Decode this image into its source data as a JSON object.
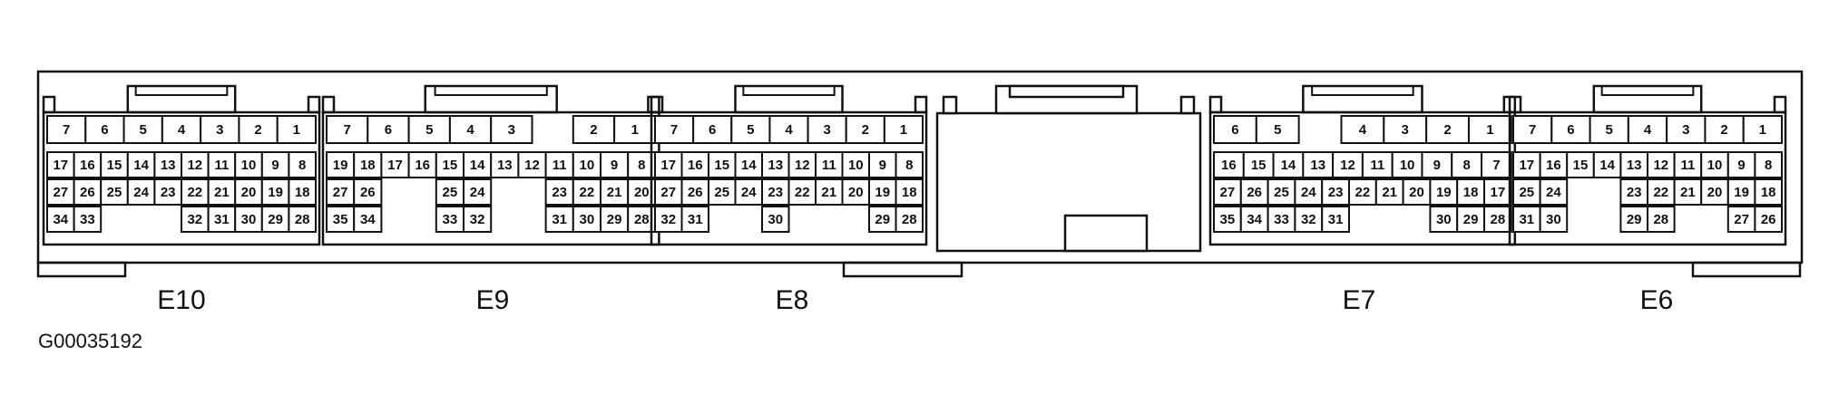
{
  "figure_code": "G00035192",
  "connectors": [
    {
      "label": "E10",
      "rows": [
        [
          "7",
          "6",
          "5",
          "4",
          "3",
          "2",
          "1"
        ],
        [
          "17",
          "16",
          "15",
          "14",
          "13",
          "12",
          "11",
          "10",
          "9",
          "8"
        ],
        [
          "27",
          "26",
          "25",
          "24",
          "23",
          "22",
          "21",
          "20",
          "19",
          "18"
        ],
        [
          "34",
          "33",
          "",
          "",
          "",
          "32",
          "31",
          "30",
          "29",
          "28"
        ]
      ]
    },
    {
      "label": "E9",
      "rows": [
        [
          "7",
          "6",
          "5",
          "4",
          "3",
          "",
          "2",
          "1"
        ],
        [
          "19",
          "18",
          "17",
          "16",
          "15",
          "14",
          "13",
          "12",
          "11",
          "10",
          "9",
          "8"
        ],
        [
          "27",
          "26",
          "",
          "",
          "25",
          "24",
          "",
          "",
          "23",
          "22",
          "21",
          "20"
        ],
        [
          "35",
          "34",
          "",
          "",
          "33",
          "32",
          "",
          "",
          "31",
          "30",
          "29",
          "28"
        ]
      ]
    },
    {
      "label": "E8",
      "rows": [
        [
          "7",
          "6",
          "5",
          "4",
          "3",
          "2",
          "1"
        ],
        [
          "17",
          "16",
          "15",
          "14",
          "13",
          "12",
          "11",
          "10",
          "9",
          "8"
        ],
        [
          "27",
          "26",
          "25",
          "24",
          "23",
          "22",
          "21",
          "20",
          "19",
          "18"
        ],
        [
          "32",
          "31",
          "",
          "",
          "30",
          "",
          "",
          "",
          "29",
          "28"
        ]
      ]
    },
    {
      "label": "E7",
      "rows": [
        [
          "6",
          "5",
          "",
          "4",
          "3",
          "2",
          "1"
        ],
        [
          "16",
          "15",
          "14",
          "13",
          "12",
          "11",
          "10",
          "9",
          "8",
          "7"
        ],
        [
          "27",
          "26",
          "25",
          "24",
          "23",
          "22",
          "21",
          "20",
          "19",
          "18",
          "17"
        ],
        [
          "35",
          "34",
          "33",
          "32",
          "31",
          "",
          "",
          "",
          "30",
          "29",
          "28"
        ]
      ]
    },
    {
      "label": "E6",
      "rows": [
        [
          "7",
          "6",
          "5",
          "4",
          "3",
          "2",
          "1"
        ],
        [
          "17",
          "16",
          "15",
          "14",
          "13",
          "12",
          "11",
          "10",
          "9",
          "8"
        ],
        [
          "25",
          "24",
          "",
          "",
          "23",
          "22",
          "21",
          "20",
          "19",
          "18"
        ],
        [
          "31",
          "30",
          "",
          "",
          "29",
          "28",
          "",
          "",
          "27",
          "26"
        ]
      ]
    }
  ]
}
